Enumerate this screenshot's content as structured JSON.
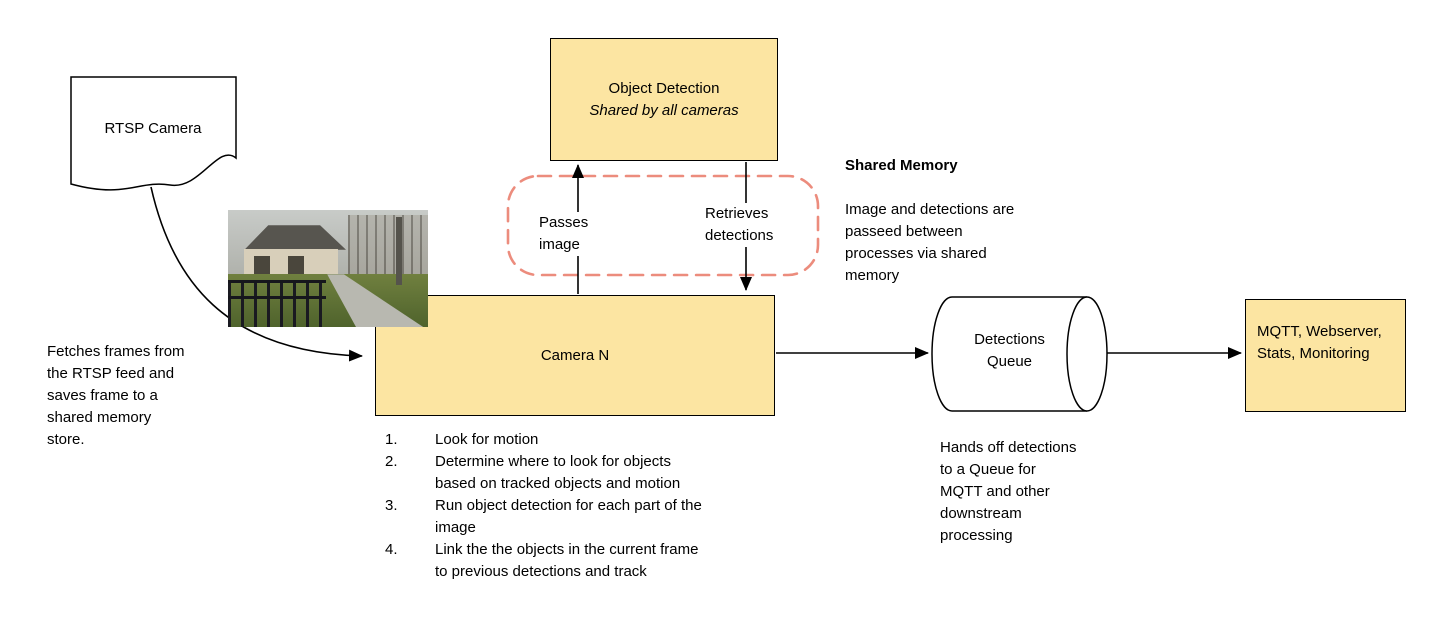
{
  "diagram": {
    "colors": {
      "node_fill": "#FCE5A2",
      "node_border": "#000000",
      "shared_region_border": "#EC8C7D",
      "arrow": "#000000",
      "background": "#FFFFFF"
    },
    "rtsp_camera": {
      "label": "RTSP Camera"
    },
    "fetches_note": "Fetches frames from\nthe RTSP feed and\nsaves frame to a\nshared memory\nstore.",
    "object_detection": {
      "title": "Object Detection",
      "subtitle": "Shared by all cameras"
    },
    "shared_memory_note": {
      "title": "Shared Memory",
      "body": "Image and detections are\npasseed between\nprocesses via shared\nmemory"
    },
    "arrows": {
      "passes_image": "Passes\nimage",
      "retrieves_detections": "Retrieves\ndetections"
    },
    "camera_n": {
      "label": "Camera N",
      "steps": [
        {
          "num": "1.",
          "text": "Look for motion"
        },
        {
          "num": "2.",
          "text": "Determine where to look for objects\nbased on tracked objects and motion"
        },
        {
          "num": "3.",
          "text": "Run object detection for each part of the\nimage"
        },
        {
          "num": "4.",
          "text": "Link the the objects in the current frame\nto previous detections and track"
        }
      ]
    },
    "detections_queue": {
      "label": "Detections Queue",
      "note": "Hands off detections\nto a Queue for\nMQTT and other\ndownstream\nprocessing"
    },
    "outputs": {
      "label": "MQTT, Webserver,\nStats, Monitoring"
    }
  }
}
